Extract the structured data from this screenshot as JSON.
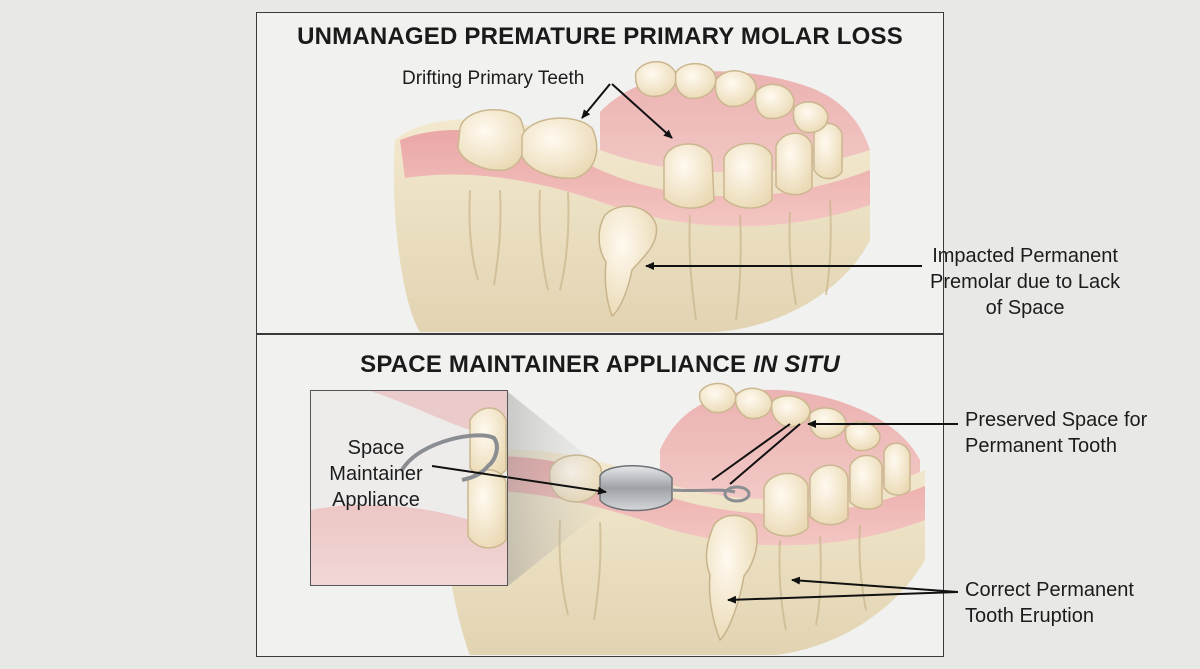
{
  "top_panel": {
    "title": "UNMANAGED PREMATURE PRIMARY MOLAR LOSS",
    "labels": {
      "drifting": "Drifting Primary Teeth",
      "impacted_line1": "Impacted Permanent",
      "impacted_line2": "Premolar due to Lack",
      "impacted_line3": "of Space"
    }
  },
  "bottom_panel": {
    "title_main": "SPACE MAINTAINER APPLIANCE ",
    "title_italic": "IN SITU",
    "labels": {
      "appliance_line1": "Space",
      "appliance_line2": "Maintainer",
      "appliance_line3": "Appliance",
      "preserved_line1": "Preserved Space for",
      "preserved_line2": "Permanent Tooth",
      "eruption_line1": "Correct Permanent",
      "eruption_line2": "Tooth Eruption"
    }
  },
  "colors": {
    "background": "#e8e8e6",
    "panel": "#f1f1ef",
    "gum": "#e9a3a3",
    "tooth": "#f4ecd6",
    "bone": "#eadfc4",
    "metal": "#a9acb0"
  }
}
